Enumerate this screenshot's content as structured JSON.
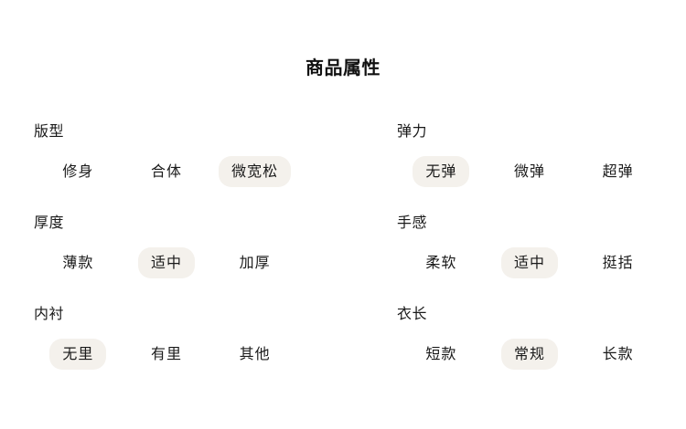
{
  "title": "商品属性",
  "colors": {
    "page_background": "#ffffff",
    "text": "#1a1a1a",
    "selected_pill_background": "#f4f1ec"
  },
  "groups": [
    {
      "label": "版型",
      "options": [
        {
          "label": "修身",
          "selected": false
        },
        {
          "label": "合体",
          "selected": false
        },
        {
          "label": "微宽松",
          "selected": true
        }
      ]
    },
    {
      "label": "弹力",
      "options": [
        {
          "label": "无弹",
          "selected": true
        },
        {
          "label": "微弹",
          "selected": false
        },
        {
          "label": "超弹",
          "selected": false
        }
      ]
    },
    {
      "label": "厚度",
      "options": [
        {
          "label": "薄款",
          "selected": false
        },
        {
          "label": "适中",
          "selected": true
        },
        {
          "label": "加厚",
          "selected": false
        }
      ]
    },
    {
      "label": "手感",
      "options": [
        {
          "label": "柔软",
          "selected": false
        },
        {
          "label": "适中",
          "selected": true
        },
        {
          "label": "挺括",
          "selected": false
        }
      ]
    },
    {
      "label": "内衬",
      "options": [
        {
          "label": "无里",
          "selected": true
        },
        {
          "label": "有里",
          "selected": false
        },
        {
          "label": "其他",
          "selected": false
        }
      ]
    },
    {
      "label": "衣长",
      "options": [
        {
          "label": "短款",
          "selected": false
        },
        {
          "label": "常规",
          "selected": false
        },
        {
          "label": "长款",
          "selected": false
        }
      ]
    }
  ],
  "groups_override": {
    "5": {
      "options": [
        {
          "label": "短款",
          "selected": false
        },
        {
          "label": "常规",
          "selected": true
        },
        {
          "label": "长款",
          "selected": false
        }
      ]
    }
  }
}
